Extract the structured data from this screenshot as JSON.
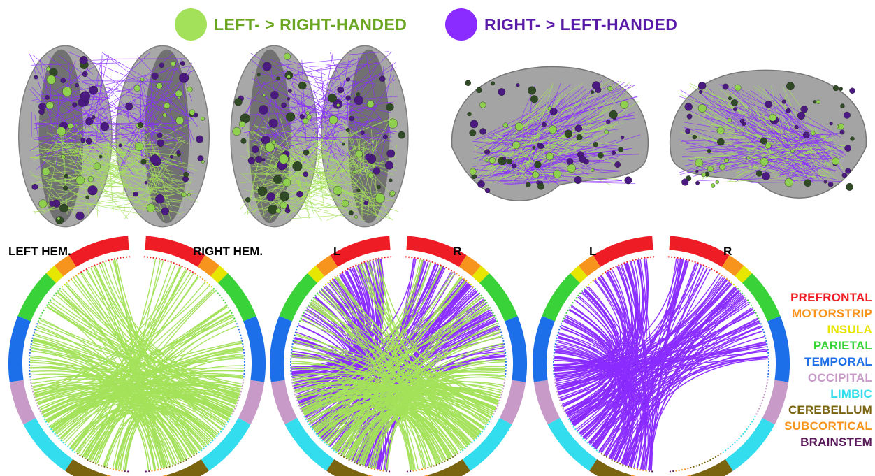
{
  "legend": {
    "left_gt_right": {
      "label": "LEFT- > RIGHT-HANDED",
      "color": "#a3e15a",
      "text_color": "#6aa61f"
    },
    "right_gt_left": {
      "label": "RIGHT- > LEFT-HANDED",
      "color": "#8a2bff",
      "text_color": "#5a1aa8"
    }
  },
  "hemisphere_labels": {
    "chord1_left": "LEFT HEM.",
    "chord1_right": "RIGHT HEM.",
    "chord2_left": "L",
    "chord2_right": "R",
    "chord3_left": "L",
    "chord3_right": "R"
  },
  "regions": [
    {
      "name": "PREFRONTAL",
      "color": "#ee1c24"
    },
    {
      "name": "MOTORSTRIP",
      "color": "#f7941d"
    },
    {
      "name": "INSULA",
      "color": "#e6e600"
    },
    {
      "name": "PARIETAL",
      "color": "#39d339"
    },
    {
      "name": "TEMPORAL",
      "color": "#1c6fe8"
    },
    {
      "name": "OCCIPITAL",
      "color": "#c89ac8"
    },
    {
      "name": "LIMBIC",
      "color": "#33ddee"
    },
    {
      "name": "CEREBELLUM",
      "color": "#7a6410"
    },
    {
      "name": "SUBCORTICAL",
      "color": "#f7941d"
    },
    {
      "name": "BRAINSTEM",
      "color": "#5b1a5b"
    }
  ]
}
